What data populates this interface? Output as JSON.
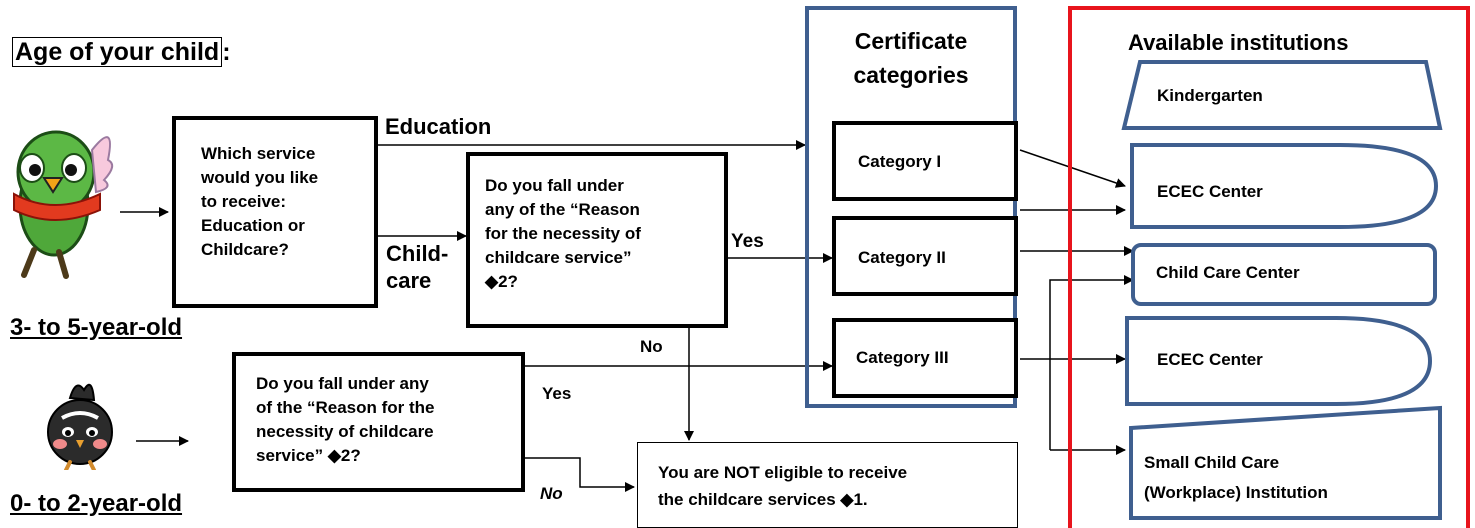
{
  "heading": {
    "text": "Age of your child",
    "colon": ":"
  },
  "age_groups": {
    "older": "3- to 5-year-old",
    "younger": "0- to 2-year-old"
  },
  "q_service": {
    "lines": [
      "Which service",
      "would you like",
      "to receive:",
      "Education or",
      "Childcare?"
    ]
  },
  "q_reason_older": {
    "lines": [
      "Do you fall under",
      "any of the “Reason",
      "for the necessity of",
      "childcare service”",
      "◆2?"
    ]
  },
  "q_reason_younger": {
    "lines": [
      "Do you fall under any",
      "of the “Reason for the",
      "necessity of childcare",
      "service”  ◆2?"
    ]
  },
  "not_eligible": {
    "lines": [
      "You are NOT eligible to receive",
      "the childcare services  ◆1."
    ]
  },
  "edges": {
    "education": "Education",
    "childcare_1": "Child-",
    "childcare_2": "care",
    "yes_older": "Yes",
    "no_older": "No",
    "yes_younger": "Yes",
    "no_younger": "No"
  },
  "certificate": {
    "title_1": "Certificate",
    "title_2": "categories",
    "cat1": "Category I",
    "cat2": "Category II",
    "cat3": "Category III"
  },
  "institutions": {
    "title": "Available institutions",
    "kindergarten": "Kindergarten",
    "ecec_1": "ECEC Center",
    "child_care": "Child Care Center",
    "ecec_2": "ECEC Center",
    "small_1": "Small Child Care",
    "small_2": "(Workplace) Institution"
  },
  "colors": {
    "blue_frame": "#3f5f8f",
    "red_frame": "#e8141c",
    "shape_border": "#3f5f8f"
  }
}
